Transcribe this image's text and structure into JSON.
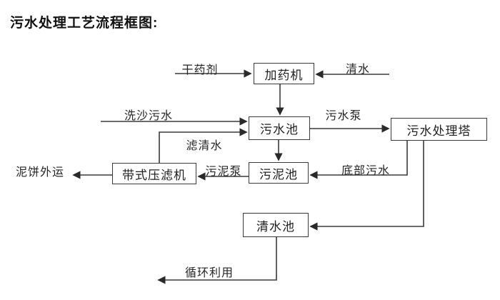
{
  "title": "污水处理工艺流程框图:",
  "colors": {
    "line": "#3a3a3a",
    "text": "#262626",
    "background": "#ffffff"
  },
  "diagram": {
    "nodes": {
      "dosing_machine": {
        "label": "加药机"
      },
      "sewage_pool": {
        "label": "污水池"
      },
      "treatment_tower": {
        "label": "污水处理塔"
      },
      "belt_filter_press": {
        "label": "带式压滤机"
      },
      "sludge_pool": {
        "label": "污泥池"
      },
      "clean_water_pool": {
        "label": "清水池"
      }
    },
    "edge_labels": {
      "dry_agent": "干药剂",
      "clean_water_in": "清水",
      "sand_washing_sewage": "洗沙污水",
      "filtered_water": "滤清水",
      "sewage_pump": "污水泵",
      "bottom_sewage": "底部污水",
      "sludge_pump": "污泥泵",
      "mud_cake_out": "泥饼外运",
      "recycle": "循环利用"
    },
    "edges": [
      {
        "from": "external",
        "to": "dosing_machine",
        "label": "干药剂"
      },
      {
        "from": "external",
        "to": "dosing_machine",
        "label": "清水"
      },
      {
        "from": "dosing_machine",
        "to": "sewage_pool",
        "label": ""
      },
      {
        "from": "external",
        "to": "sewage_pool",
        "label": "洗沙污水"
      },
      {
        "from": "belt_filter_press",
        "to": "sewage_pool",
        "label": "滤清水"
      },
      {
        "from": "sewage_pool",
        "to": "treatment_tower",
        "label": "污水泵"
      },
      {
        "from": "sewage_pool",
        "to": "sludge_pool",
        "label": ""
      },
      {
        "from": "treatment_tower",
        "to": "sludge_pool",
        "label": "底部污水"
      },
      {
        "from": "sludge_pool",
        "to": "belt_filter_press",
        "label": "污泥泵"
      },
      {
        "from": "belt_filter_press",
        "to": "external",
        "label": "泥饼外运"
      },
      {
        "from": "treatment_tower",
        "to": "clean_water_pool",
        "label": ""
      },
      {
        "from": "clean_water_pool",
        "to": "external",
        "label": "循环利用"
      }
    ]
  }
}
